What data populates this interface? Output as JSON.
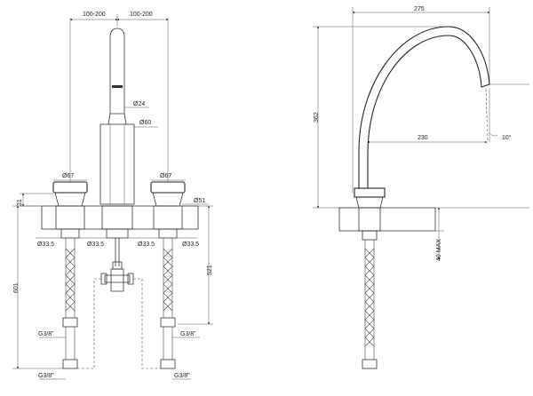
{
  "front_view": {
    "dim_spacing_left": "100-200",
    "dim_spacing_right": "100-200",
    "dim_spout_dia": "Ø24",
    "dim_body_dia": "Ø60",
    "dim_handle_left_dia": "Ø67",
    "dim_handle_right_dia": "Ø67",
    "dim_deck_thickness": "31",
    "dim_hole_dia": "Ø51",
    "dim_shank_left_a": "Ø33.5",
    "dim_shank_left_b": "Ø33.5",
    "dim_shank_right_a": "Ø33.5",
    "dim_shank_right_b": "Ø33.5",
    "dim_total_height": "601",
    "dim_hose_length": "521",
    "conn_left_upper": "G3/8\"",
    "conn_right_upper": "G3/8\"",
    "conn_left_lower": "G3/8\"",
    "conn_right_lower": "G3/8\""
  },
  "side_view": {
    "dim_reach": "275",
    "dim_height": "362",
    "dim_spout_reach": "230",
    "dim_angle": "10°",
    "dim_max_deck": "40 MAX"
  }
}
